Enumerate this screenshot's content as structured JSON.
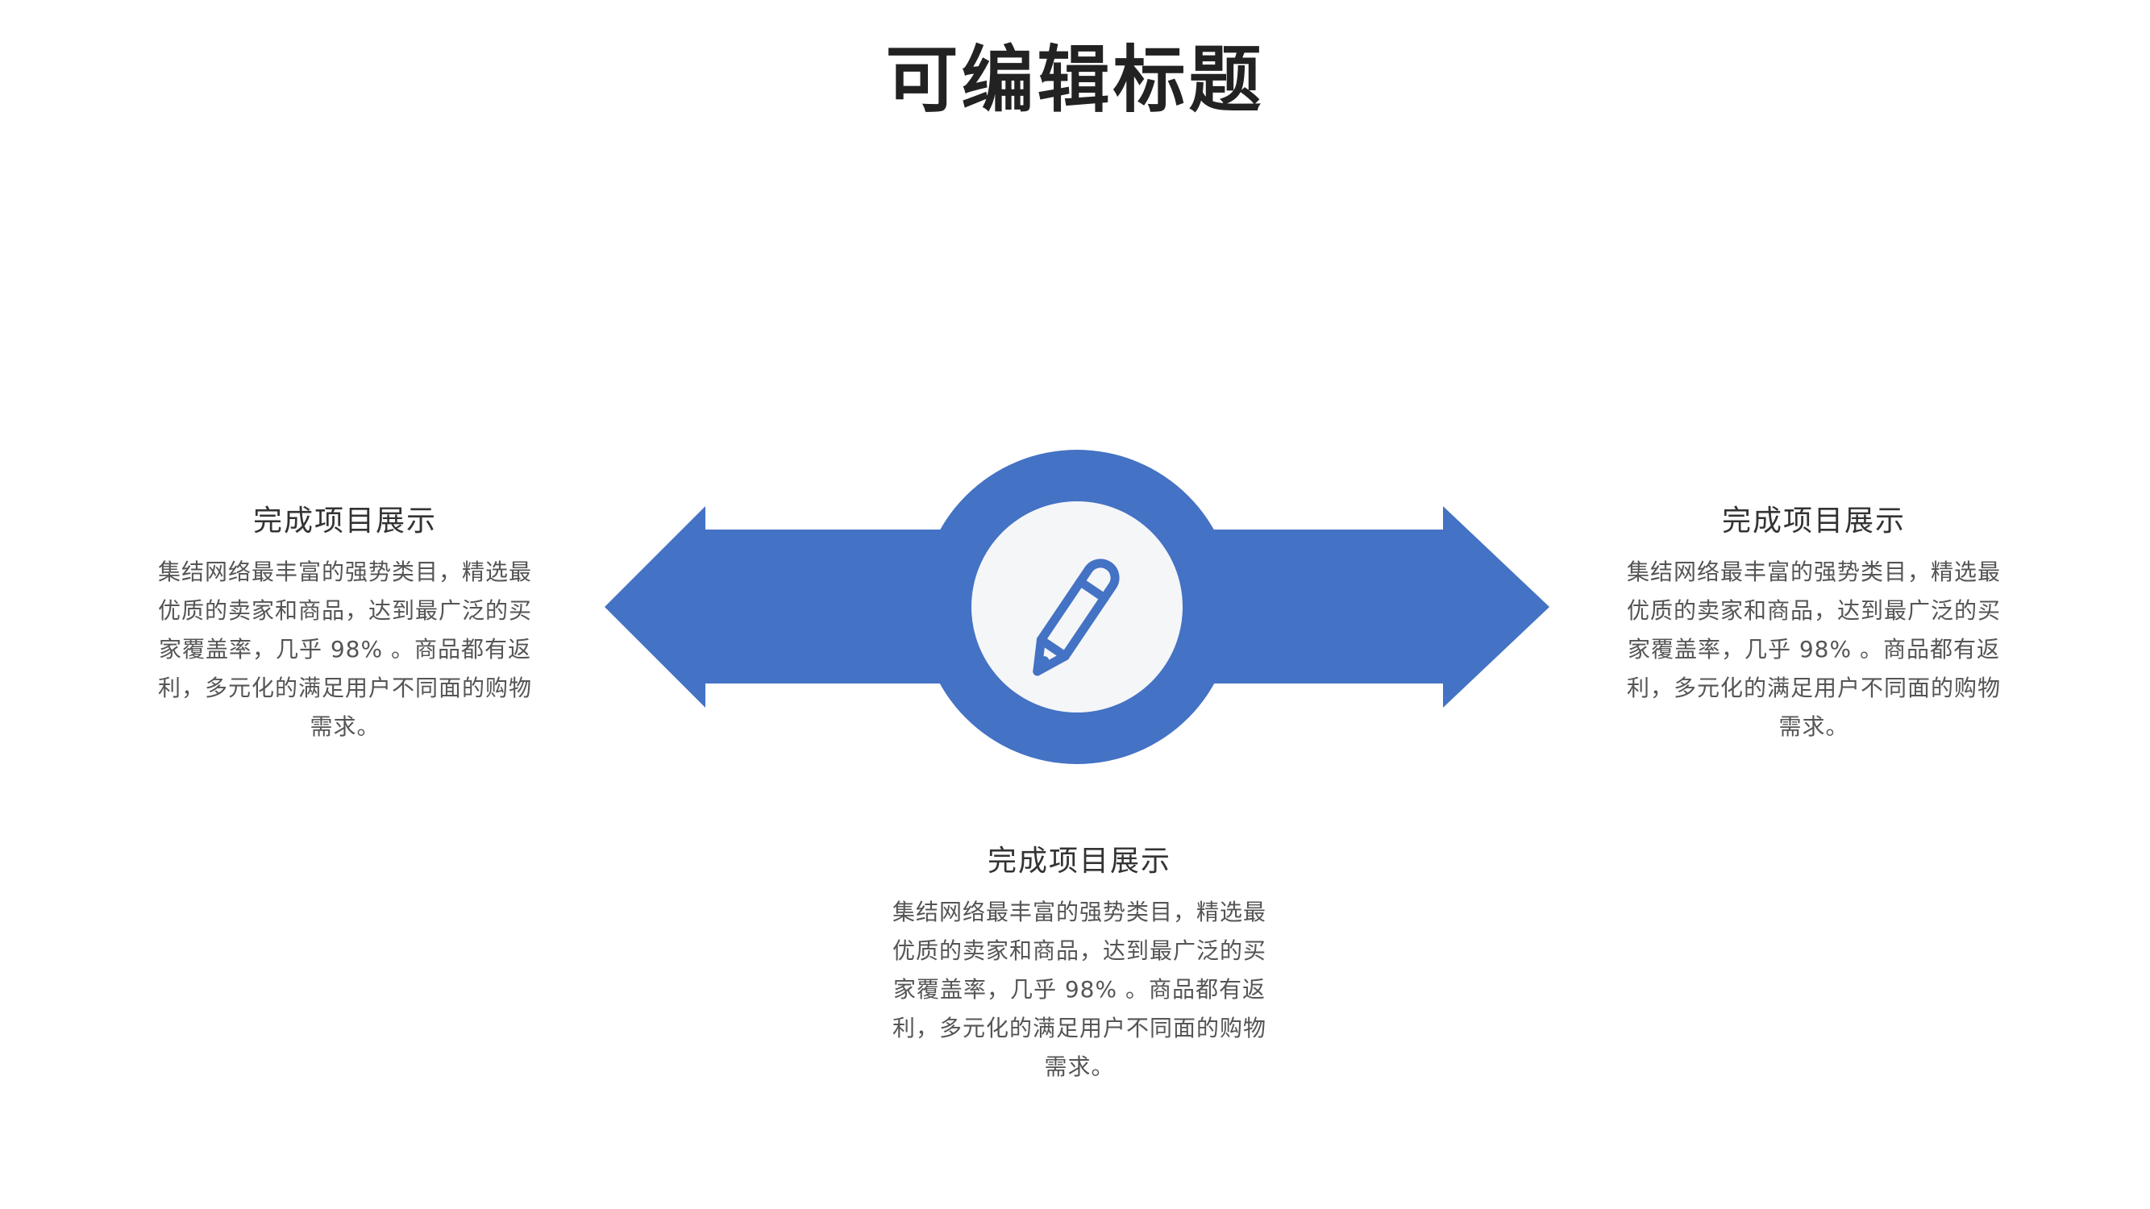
{
  "title": "可编辑标题",
  "colors": {
    "accent": "#4472C4",
    "center_fill": "#F5F6F8",
    "title_text": "#222222",
    "heading_text": "#333333",
    "body_text": "#555555"
  },
  "center_icon": "pencil-icon",
  "blocks": [
    {
      "heading": "完成项目展示",
      "body": "集结网络最丰富的强势类目，精选最优质的卖家和商品，达到最广泛的买家覆盖率，几乎 98% 。商品都有返利，多元化的满足用户不同面的购物需求。"
    },
    {
      "heading": "完成项目展示",
      "body": "集结网络最丰富的强势类目，精选最优质的卖家和商品，达到最广泛的买家覆盖率，几乎 98% 。商品都有返利，多元化的满足用户不同面的购物需求。"
    },
    {
      "heading": "完成项目展示",
      "body": "集结网络最丰富的强势类目，精选最优质的卖家和商品，达到最广泛的买家覆盖率，几乎 98% 。商品都有返利，多元化的满足用户不同面的购物需求。"
    }
  ]
}
